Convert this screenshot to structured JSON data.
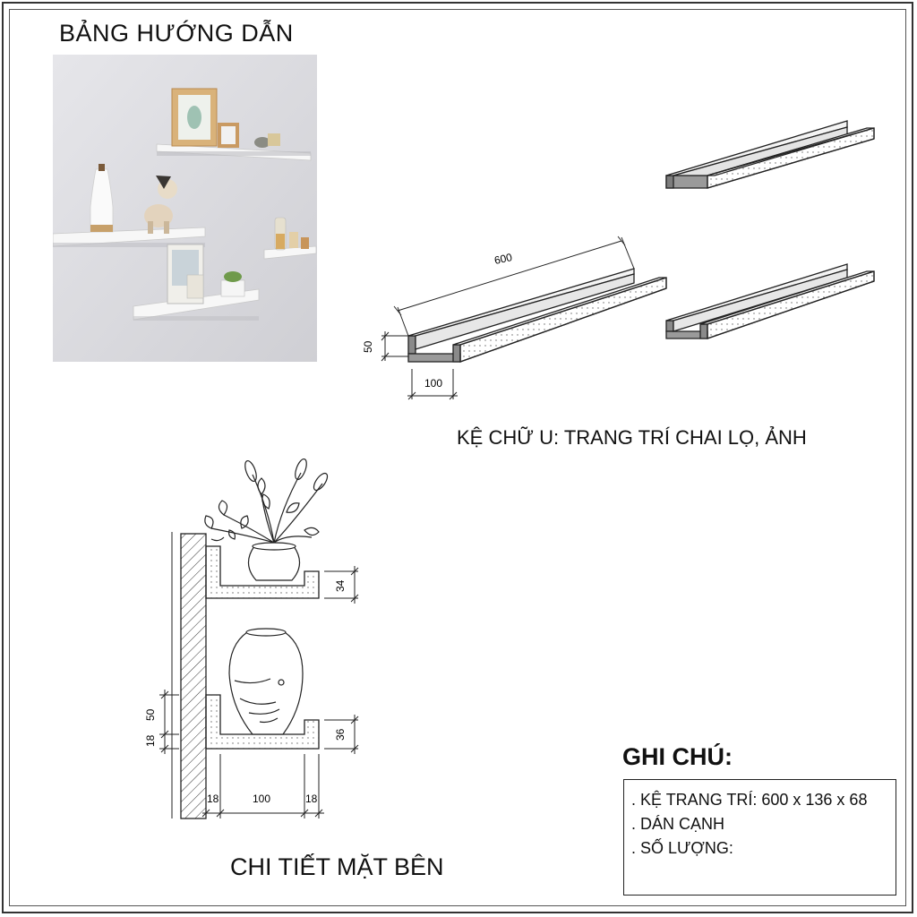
{
  "header": {
    "title": "BẢNG HƯỚNG DẪN"
  },
  "shelf_3d": {
    "caption": "KỆ CHỮ U: TRANG TRÍ CHAI LỌ, ẢNH",
    "dim_length": "600",
    "dim_height": "50",
    "dim_depth": "100"
  },
  "side_view": {
    "caption": "CHI TIẾT MẶT BÊN",
    "dim_top_lip": "34",
    "dim_bottom_lip": "36",
    "dim_wall_50": "50",
    "dim_wall_18": "18",
    "dim_left_18": "18",
    "dim_width_100": "100",
    "dim_right_18": "18"
  },
  "notes": {
    "title": "GHI CHÚ:",
    "items": [
      ". KỆ TRANG TRÍ: 600 x 136 x 68",
      ". DÁN CẠNH",
      ". SỐ LƯỢNG:"
    ]
  }
}
